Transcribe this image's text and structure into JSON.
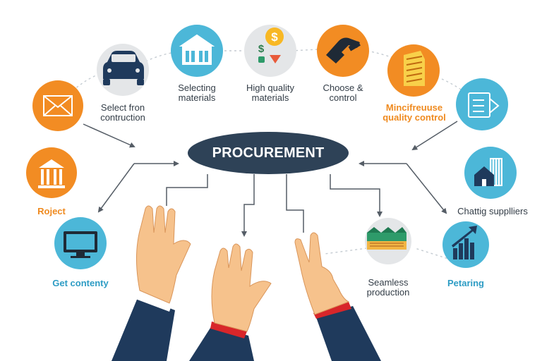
{
  "hub": {
    "label": "PROCUREMENT"
  },
  "nodes": [
    {
      "id": "vehicle",
      "icon": "car-icon",
      "label_lines": [
        "Select fron",
        "contruction"
      ],
      "color": "#1f3a5c"
    },
    {
      "id": "selecting-materials",
      "icon": "bank-building-icon",
      "label_lines": [
        "Selecting",
        "materials"
      ],
      "color": "#4cb7d8"
    },
    {
      "id": "high-quality",
      "icon": "dollar-coins-icon",
      "label_lines": [
        "High quality",
        "materials"
      ],
      "color": "#e4e6e8"
    },
    {
      "id": "choose-control",
      "icon": "handshake-icon",
      "label_lines": [
        "Choose &",
        "control"
      ],
      "color": "#f28c23"
    },
    {
      "id": "quality-control",
      "icon": "building-icon",
      "label_lines": [
        "Mincifreuuse",
        "quality control"
      ],
      "color": "#f28c23"
    },
    {
      "id": "checklist",
      "icon": "checklist-icon",
      "label_lines": [],
      "color": "#4cb7d8"
    },
    {
      "id": "chatting-suppliers",
      "icon": "warehouse-icon",
      "label_lines": [
        "Chattig supplliers"
      ],
      "color": "#4cb7d8"
    },
    {
      "id": "petaring",
      "icon": "growth-chart-icon",
      "label_lines": [
        "Petaring"
      ],
      "color": "#4cb7d8"
    },
    {
      "id": "seamless-production",
      "icon": "factory-icon",
      "label_lines": [
        "Seamless",
        "production"
      ],
      "color": "#e4e6e8"
    },
    {
      "id": "get-content",
      "icon": "monitor-icon",
      "label_lines": [
        "Get contenty"
      ],
      "color": "#4cb7d8"
    },
    {
      "id": "roject",
      "icon": "bank-icon",
      "label_lines": [
        "Roject"
      ],
      "color": "#f28c23"
    },
    {
      "id": "envelope",
      "icon": "envelope-icon",
      "label_lines": [],
      "color": "#f28c23"
    }
  ]
}
